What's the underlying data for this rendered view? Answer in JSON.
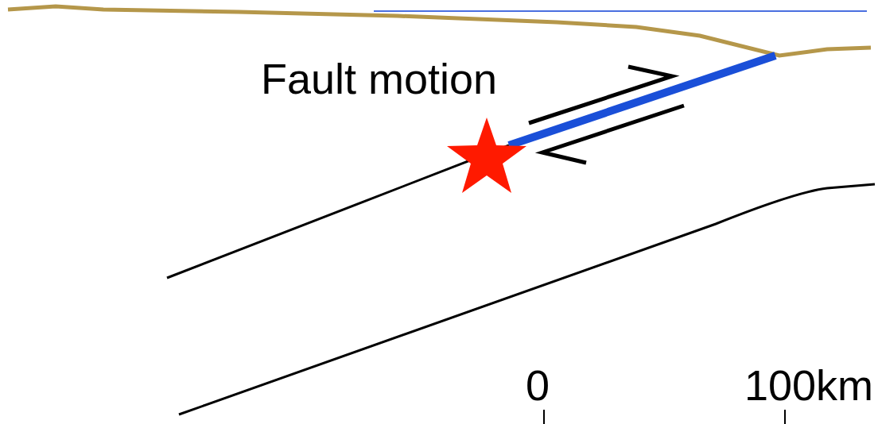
{
  "diagram": {
    "labels": [
      "Fault motion",
      "0",
      "100km"
    ]
  }
}
